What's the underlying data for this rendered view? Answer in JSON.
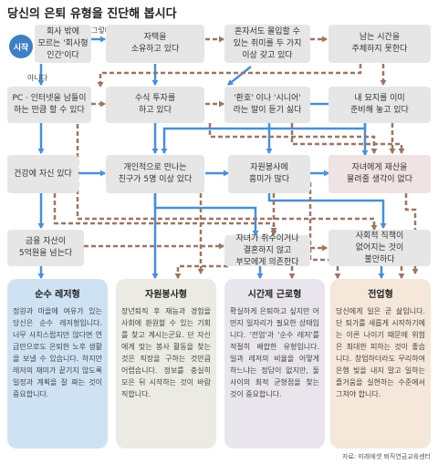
{
  "title": "당신의 은퇴 유형을 진단해 봅시다",
  "start_label": "시작",
  "edge_labels": {
    "yes": "그렇다",
    "no": "아니다"
  },
  "nodes": [
    {
      "id": "n1",
      "text": "회사 밖에\n모르는 '회사형\n인간'이다"
    },
    {
      "id": "n2",
      "text": "자택을\n소유하고 있다"
    },
    {
      "id": "n3",
      "text": "혼자서도 몰입할 수\n있는 취미를 두 가지\n이상 갖고 있다"
    },
    {
      "id": "n4",
      "text": "남는 시간을\n주체하지 못한다"
    },
    {
      "id": "n5",
      "text": "PC · 인터넷을 남들이\n하는 만큼 할 수 있다"
    },
    {
      "id": "n6",
      "text": "수식 투자를\n하고 있다"
    },
    {
      "id": "n7",
      "text": "'환호' 이나 '시니어'\n라는 말이 듣기 싫다"
    },
    {
      "id": "n8",
      "text": "내 묘지를 이미\n준비해 놓고 있다"
    },
    {
      "id": "n9",
      "text": "건강에 자신 있다"
    },
    {
      "id": "n10",
      "text": "개인적으로 만나는\n친구가 5명 이상 있다"
    },
    {
      "id": "n11",
      "text": "자원봉사에\n흥미가 많다"
    },
    {
      "id": "n12",
      "text": "자녀에게 재산을\n물려줄 생각이 없다"
    },
    {
      "id": "n13",
      "text": "금융 자산이\n5억원을 넘는다"
    },
    {
      "id": "n14",
      "text": "자녀가 취수이거나\n결혼하지 않고\n부모에게 의존한다"
    },
    {
      "id": "n15",
      "text": "사회적 직책이\n없어지는 것이\n불안하다"
    }
  ],
  "results": [
    {
      "title": "순수 레저형",
      "body": "정원과 마을에 여유가 있는 당신은 순수 레저형입니다. 너무 사치스럽지만 않다면 연금만으로도 은퇴한 노후 생활을 보낼 수 있습니다. 하지만 레저의 재미가 끝기지 않도록 일정과 계획을 잘 짜는 것이 중요합니다."
    },
    {
      "title": "자원봉사형",
      "body": "장년퇴직 후 재능과 경험을 사회에 환원할 수 있는 기회를 찾고 계시는군요. 단 자신에게 맞는 봉사 활동을 찾는 것은 직장을 구하는 것만큼 어렵습니다. 정보를 충실히 모은 뒤 시작하는 것이 바람직합니다."
    },
    {
      "title": "시간제 근로형",
      "body": "확실하게 은퇴하고 싶지만 어떤지 일자리가 필요한 상태입니다. '전업'과 '순수 레저'를 적절히 배합한 유형입니다. 일과 레저의 비율을 어떻게 하느냐는 정답이 없지만, 둘 사이의 최적 균형점을 찾는 것이 중요합니다."
    },
    {
      "title": "전업형",
      "body": "당신에게 일은 곧 삶입니다. 단 퇴가를 새롭게 시작하기에는 이른 나이기 때문에 위험은 최대한 피하는 것이 좋습니다. 창업하더라도 무리하여 은행 빚을 내지 말고 일하는 즐거움을 실현하는 수준에서 그쳐야 합니다."
    }
  ],
  "colors": {
    "start": "#3f7fc3",
    "box": "#e6e6e6",
    "box_pink": "#f0e3e3",
    "arrow_yes": "#4a8fd4",
    "arrow_no": "#9a7666",
    "result_bgs": [
      "#cfe2f4",
      "#ebebe4",
      "#e8e6ec",
      "#f5e7d9"
    ]
  },
  "source": "자료: 미래에셋 퇴직연금교육센터"
}
